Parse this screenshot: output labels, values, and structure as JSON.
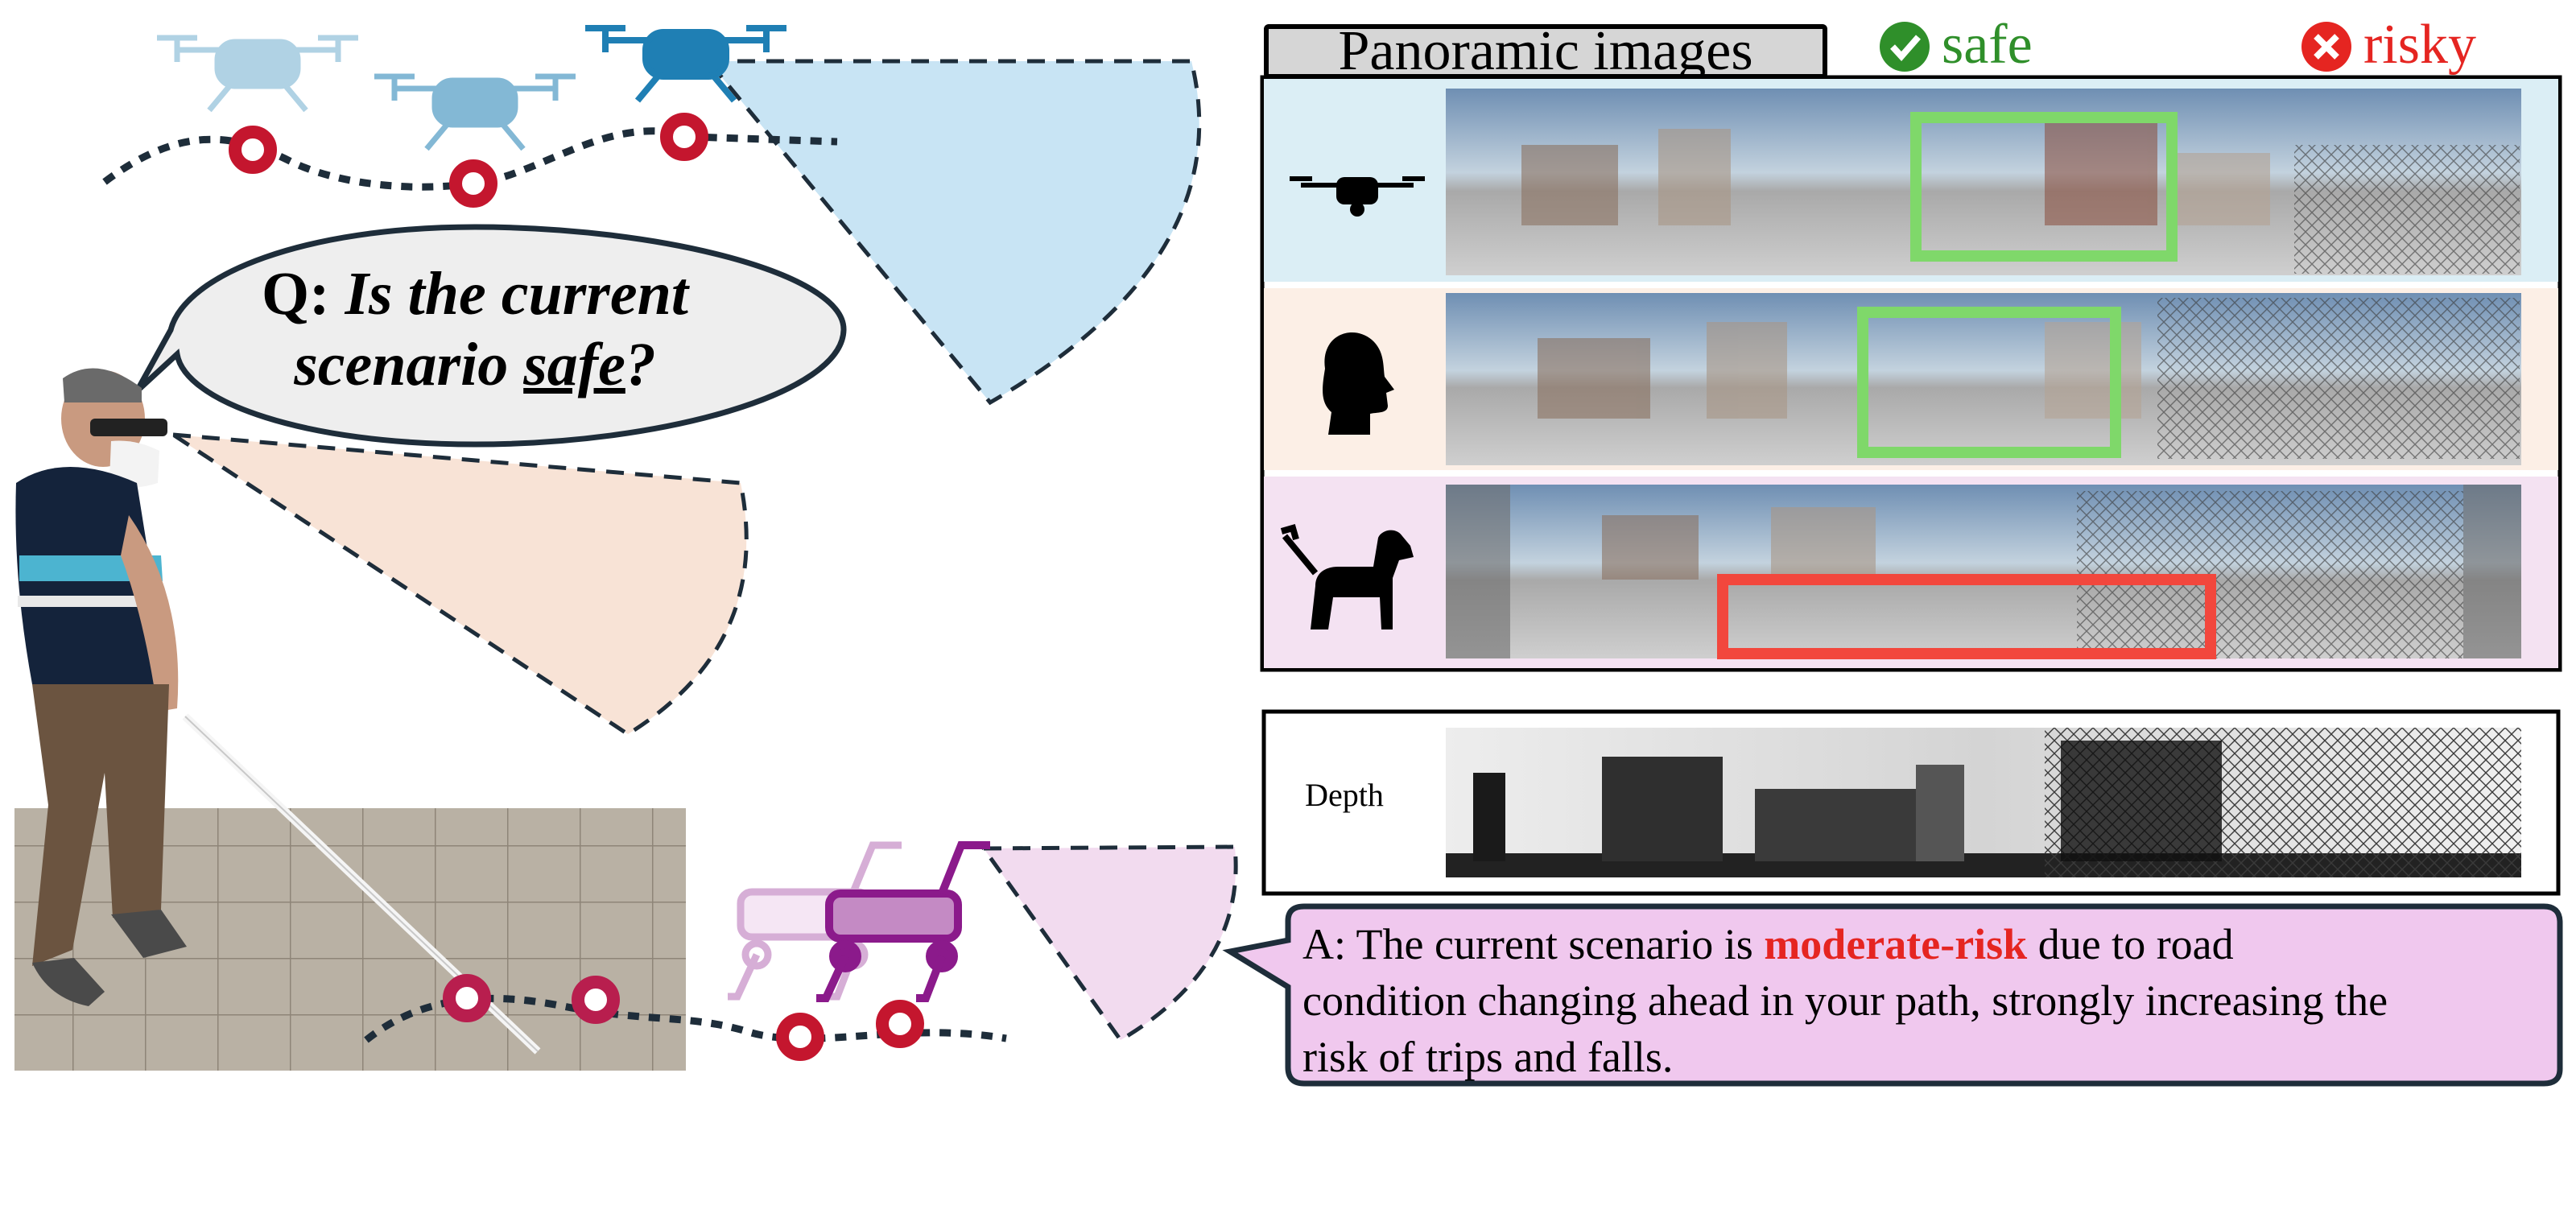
{
  "question": {
    "prefix": "Q:",
    "line1": "Is the current",
    "line2_pre": "scenario ",
    "line2_underlined": "safe",
    "line2_post": "?"
  },
  "panel": {
    "title": "Panoramic images",
    "legend_safe": "safe",
    "legend_risky": "risky",
    "depth_label": "Depth",
    "rows": [
      {
        "agent": "drone-icon",
        "bg": "#dbeef5",
        "highlight": "safe"
      },
      {
        "agent": "human-head-icon",
        "bg": "#fcefe6",
        "highlight": "safe"
      },
      {
        "agent": "guide-dog-icon",
        "bg": "#f4e2f2",
        "highlight": "risky"
      }
    ]
  },
  "answer": {
    "prefix": "A: The current scenario is ",
    "risk_level": "moderate-risk",
    "line1_rest": " due to road",
    "line2": "condition changing ahead in your path, strongly increasing the",
    "line3": "risk of trips and falls."
  },
  "colors": {
    "safe": "#2f8f2a",
    "risky": "#e52521",
    "safe_box": "#7fd86a",
    "risky_box": "#f2473d",
    "drone_fov": "#c8e4f4",
    "human_fov": "#f8e3d6",
    "robot_fov": "#f2dbef",
    "answer_bg": "#f0c8ee",
    "trajectory": "#1e2d3a",
    "waypoint": "#c4162e"
  }
}
